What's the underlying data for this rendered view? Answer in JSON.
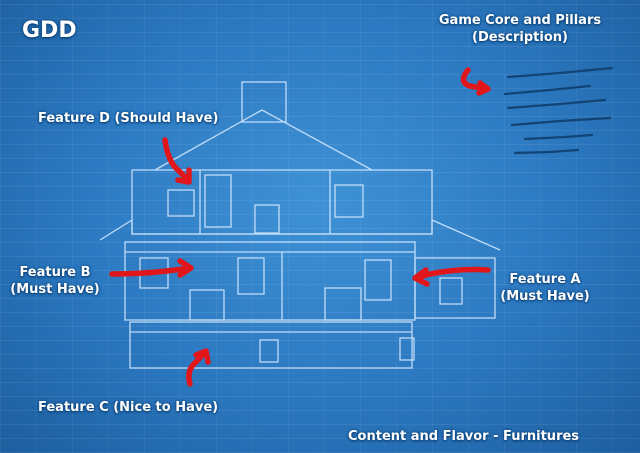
{
  "title": "GDD",
  "labels": {
    "core": {
      "line1": "Game Core and Pillars",
      "line2": "(Description)"
    },
    "feature_d": "Feature D (Should Have)",
    "feature_b": {
      "line1": "Feature B",
      "line2": "(Must Have)"
    },
    "feature_a": {
      "line1": "Feature A",
      "line2": "(Must Have)"
    },
    "feature_c": "Feature C (Nice to Have)",
    "content": "Content and Flavor - Furnitures"
  },
  "colors": {
    "background": "#2a74b8",
    "lines": "#d9ecff",
    "arrow": "#e0161b",
    "text": "#ffffff"
  }
}
